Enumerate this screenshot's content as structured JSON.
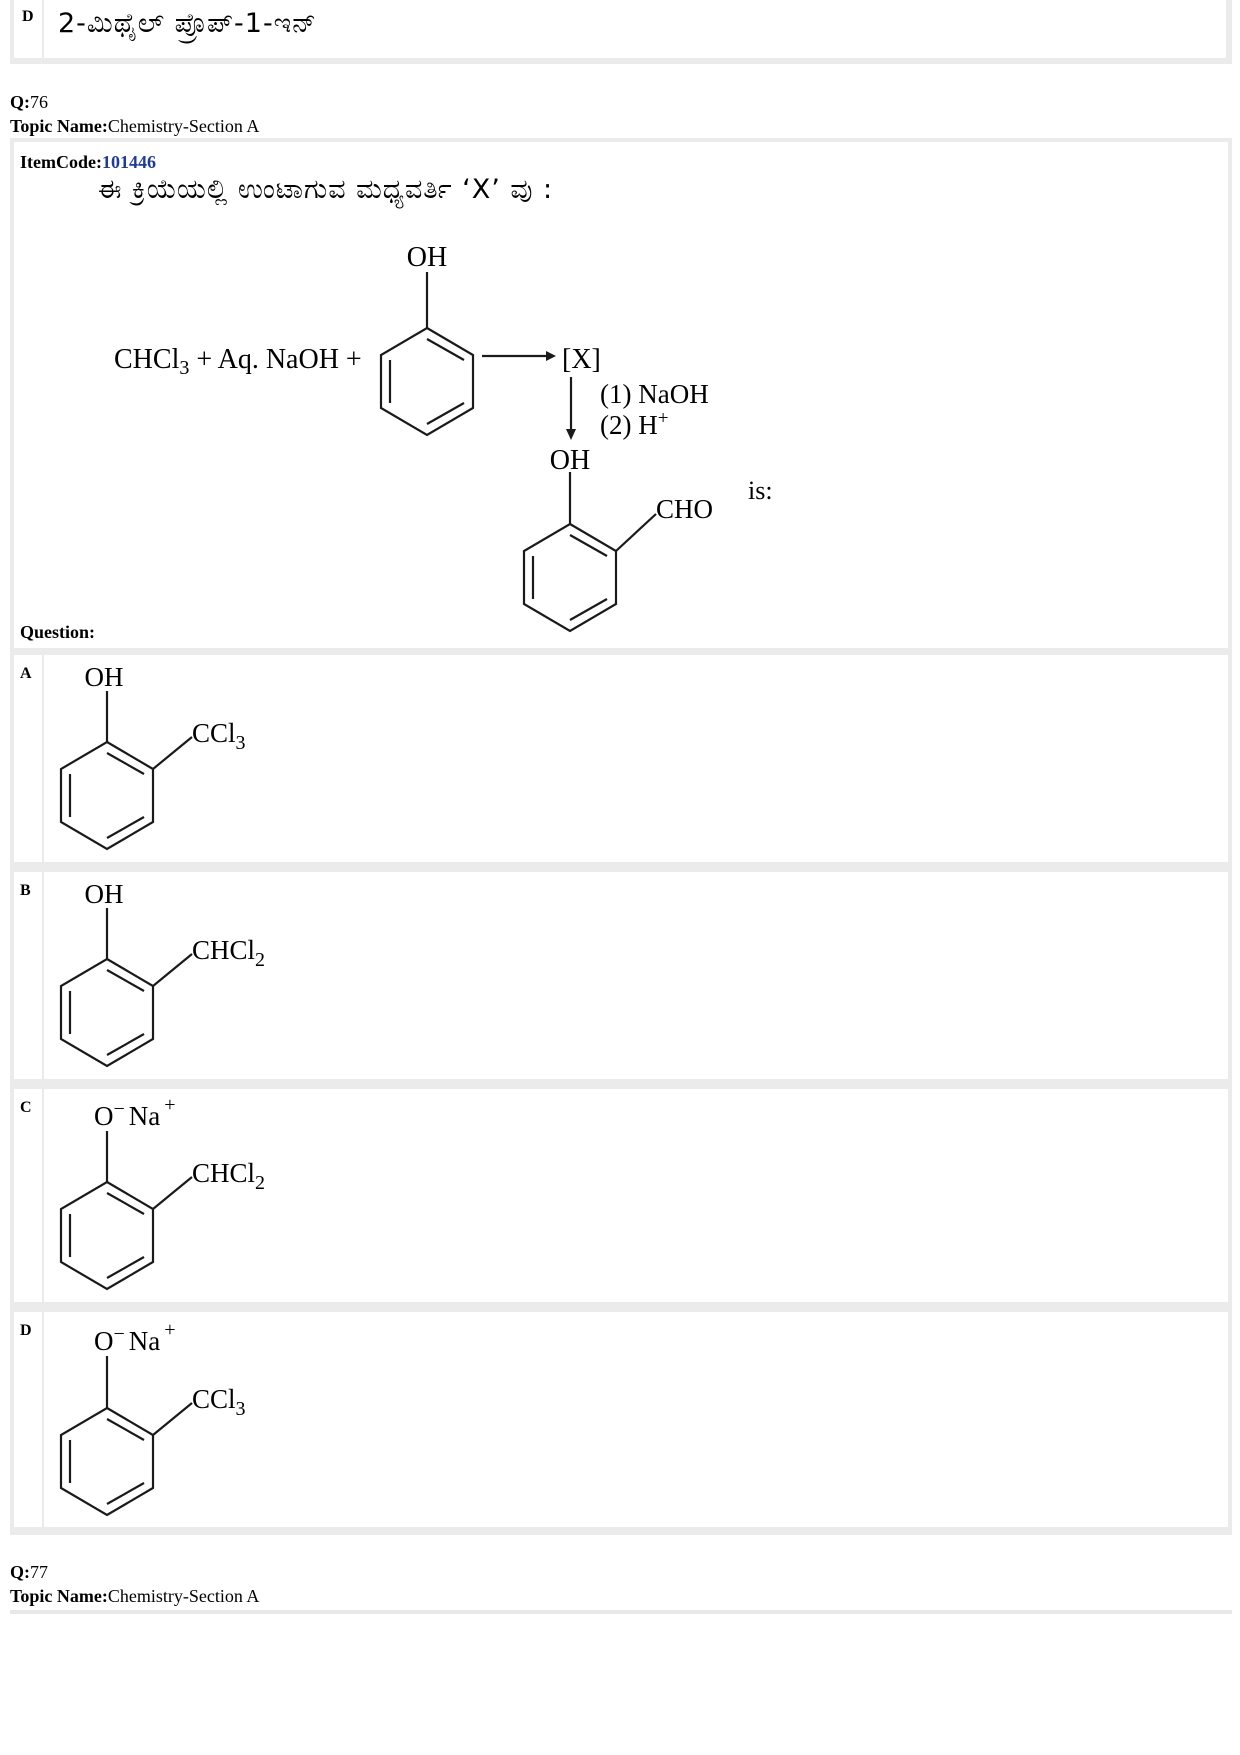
{
  "prev_option": {
    "label": "D",
    "text": "2-ಮಿಥೈಲ್ ಪ್ರೊಪ್-1-ಇನ್"
  },
  "q76": {
    "q_prefix": "Q:",
    "q_number": "76",
    "topic_prefix": "Topic Name:",
    "topic": "Chemistry-Section A",
    "itemcode_prefix": "ItemCode:",
    "itemcode": "101446",
    "stem_kannada": "ಈ ಕ್ರಿಯೆಯಲ್ಲಿ ಉಂಟಾಗುವ ಮಧ್ಯವರ್ತಿ ‘X’ ವು :",
    "question_label": "Question:",
    "scheme": {
      "oh_top": "OH",
      "reagents_prefix": "CHCl",
      "reagents_sub": "3",
      "reagents_rest": " + Aq. NaOH +",
      "intermediate": "[X]",
      "step1": "(1) NaOH",
      "step2": "(2) H",
      "step2_sup": "+",
      "product_oh": "OH",
      "product_cho": "CHO",
      "is_text": "is:"
    },
    "options": [
      {
        "label": "A",
        "top_group": "OH",
        "side_group": "CCl",
        "side_sub": "3"
      },
      {
        "label": "B",
        "top_group": "OH",
        "side_group": "CHCl",
        "side_sub": "2"
      },
      {
        "label": "C",
        "top_O": "O",
        "top_minus": "−",
        "top_Na": "Na",
        "top_plus": "+",
        "side_group": "CHCl",
        "side_sub": "2"
      },
      {
        "label": "D",
        "top_O": "O",
        "top_minus": "−",
        "top_Na": "Na",
        "top_plus": "+",
        "side_group": "CCl",
        "side_sub": "3"
      }
    ]
  },
  "q77": {
    "q_prefix": "Q:",
    "q_number": "77",
    "topic_prefix": "Topic Name:",
    "topic": "Chemistry-Section A"
  }
}
